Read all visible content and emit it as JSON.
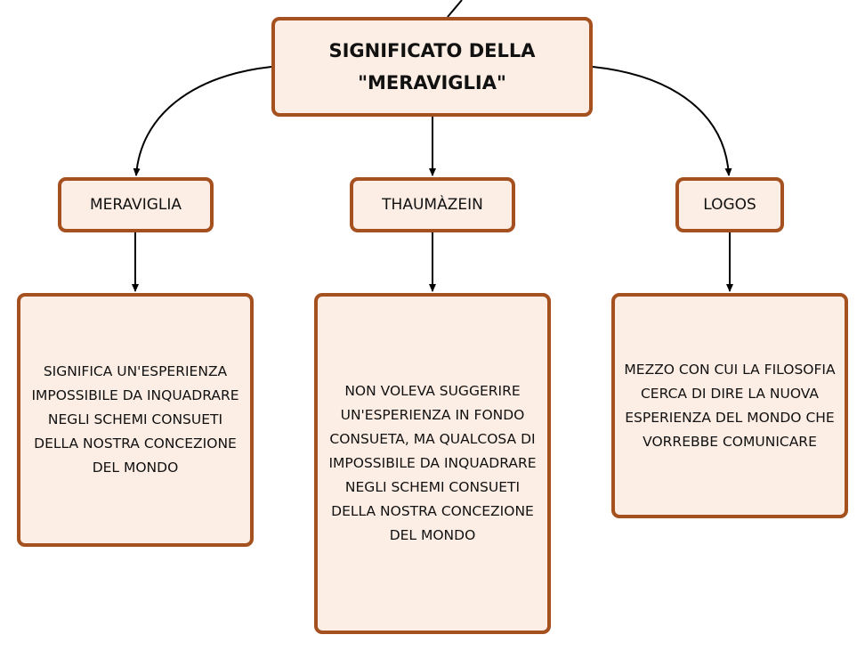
{
  "diagram": {
    "root": {
      "label": "SIGNIFICATO DELLA \"MERAVIGLIA\""
    },
    "concepts": [
      {
        "label": "MERAVIGLIA",
        "description": "SIGNIFICA UN'ESPERIENZA IMPOSSIBILE DA INQUADRARE NEGLI SCHEMI CONSUETI DELLA NOSTRA CONCEZIONE DEL MONDO"
      },
      {
        "label": "THAUMÀZEIN",
        "description": "NON VOLEVA SUGGERIRE UN'ESPERIENZA IN FONDO CONSUETA, MA QUALCOSA DI IMPOSSIBILE DA INQUADRARE NEGLI SCHEMI CONSUETI DELLA NOSTRA CONCEZIONE DEL MONDO"
      },
      {
        "label": "LOGOS",
        "description": "MEZZO CON CUI LA FILOSOFIA CERCA DI DIRE LA NUOVA ESPERIENZA DEL MONDO CHE VORREBBE COMUNICARE"
      }
    ],
    "colors": {
      "node_fill": "#fdeee5",
      "node_border": "#a5501f",
      "connector": "#000000"
    }
  }
}
